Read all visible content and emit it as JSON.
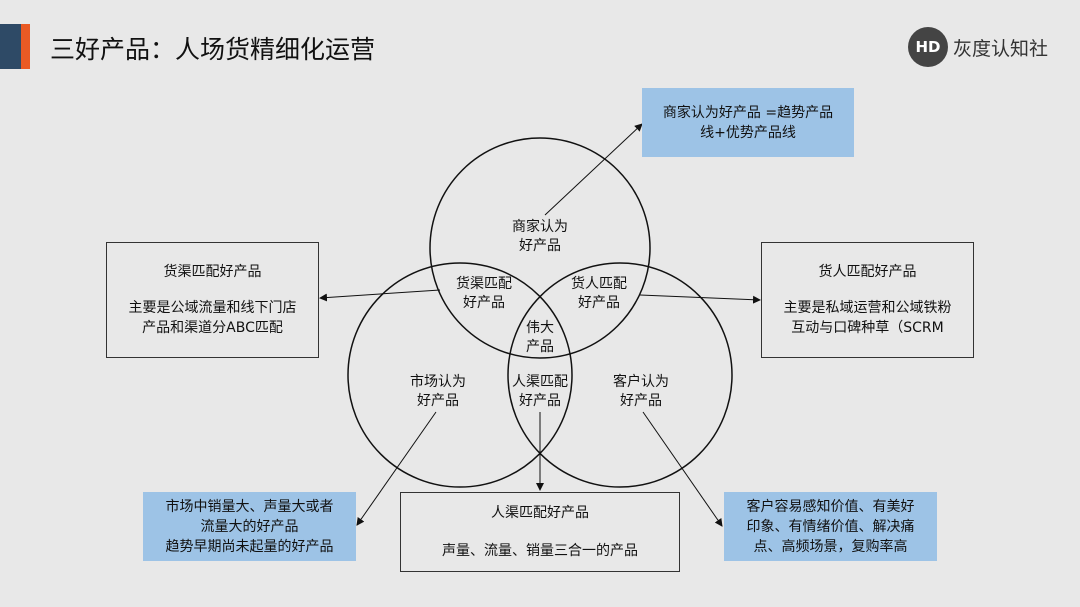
{
  "header": {
    "title": "三好产品：人场货精细化运营",
    "logo_mark": "HD",
    "logo_text": "灰度认知社"
  },
  "circles": {
    "top": [
      "商家认为",
      "好产品"
    ],
    "left": [
      "市场认为",
      "好产品"
    ],
    "right": [
      "客户认为",
      "好产品"
    ],
    "top_left": [
      "货渠匹配",
      "好产品"
    ],
    "top_right": [
      "货人匹配",
      "好产品"
    ],
    "center": [
      "伟大",
      "产品"
    ],
    "bottom": [
      "人渠匹配",
      "好产品"
    ]
  },
  "boxes": {
    "merchant": [
      "商家认为好产品 =趋势产品",
      "线+优势产品线"
    ],
    "goods_channel": {
      "title": "货渠匹配好产品",
      "lines": [
        "主要是公域流量和线下门店",
        "产品和渠道分ABC匹配"
      ]
    },
    "goods_people": {
      "title": "货人匹配好产品",
      "lines": [
        "主要是私域运营和公域铁粉",
        "互动与口碑种草（SCRM"
      ]
    },
    "market": [
      "市场中销量大、声量大或者",
      "流量大的好产品",
      "趋势早期尚未起量的好产品"
    ],
    "people_channel": {
      "title": "人渠匹配好产品",
      "lines": [
        "声量、流量、销量三合一的产品"
      ]
    },
    "customer": [
      "客户容易感知价值、有美好",
      "印象、有情绪价值、解决痛",
      "点、高频场景，复购率高"
    ]
  }
}
